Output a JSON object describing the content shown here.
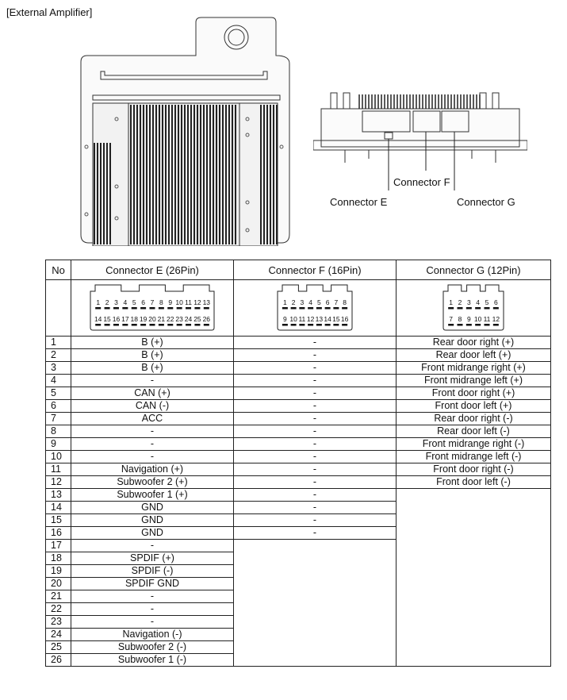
{
  "section_title": "[External Amplifier]",
  "callouts": {
    "connector_e": "Connector E",
    "connector_f": "Connector F",
    "connector_g": "Connector G"
  },
  "table": {
    "headers": [
      "No",
      "Connector E (26Pin)",
      "Connector F (16Pin)",
      "Connector G (12Pin)"
    ],
    "rows": [
      {
        "no": "1",
        "e": "B (+)",
        "f": "-",
        "g": "Rear door right (+)"
      },
      {
        "no": "2",
        "e": "B (+)",
        "f": "-",
        "g": "Rear door left (+)"
      },
      {
        "no": "3",
        "e": "B (+)",
        "f": "-",
        "g": "Front midrange right (+)"
      },
      {
        "no": "4",
        "e": "-",
        "f": "-",
        "g": "Front midrange left (+)"
      },
      {
        "no": "5",
        "e": "CAN (+)",
        "f": "-",
        "g": "Front door right (+)"
      },
      {
        "no": "6",
        "e": "CAN (-)",
        "f": "-",
        "g": "Front door left (+)"
      },
      {
        "no": "7",
        "e": "ACC",
        "f": "-",
        "g": "Rear door right (-)"
      },
      {
        "no": "8",
        "e": "-",
        "f": "-",
        "g": "Rear door left (-)"
      },
      {
        "no": "9",
        "e": "-",
        "f": "-",
        "g": "Front midrange right (-)"
      },
      {
        "no": "10",
        "e": "-",
        "f": "-",
        "g": "Front midrange left (-)"
      },
      {
        "no": "11",
        "e": "Navigation (+)",
        "f": "-",
        "g": "Front door right (-)"
      },
      {
        "no": "12",
        "e": "Subwoofer 2 (+)",
        "f": "-",
        "g": "Front door left (-)"
      },
      {
        "no": "13",
        "e": "Subwoofer 1 (+)",
        "f": "-"
      },
      {
        "no": "14",
        "e": "GND",
        "f": "-"
      },
      {
        "no": "15",
        "e": "GND",
        "f": "-"
      },
      {
        "no": "16",
        "e": "GND",
        "f": "-"
      },
      {
        "no": "17",
        "e": "-"
      },
      {
        "no": "18",
        "e": "SPDIF (+)"
      },
      {
        "no": "19",
        "e": "SPDIF (-)"
      },
      {
        "no": "20",
        "e": "SPDIF GND"
      },
      {
        "no": "21",
        "e": "-"
      },
      {
        "no": "22",
        "e": "-"
      },
      {
        "no": "23",
        "e": "-"
      },
      {
        "no": "24",
        "e": "Navigation (-)"
      },
      {
        "no": "25",
        "e": "Subwoofer 2 (-)"
      },
      {
        "no": "26",
        "e": "Subwoofer 1 (-)"
      }
    ]
  },
  "connector_faces": {
    "e": {
      "top": [
        "1",
        "2",
        "3",
        "4",
        "5",
        "6",
        "7",
        "8",
        "9",
        "10",
        "11",
        "12",
        "13"
      ],
      "bottom": [
        "14",
        "15",
        "16",
        "17",
        "18",
        "19",
        "20",
        "21",
        "22",
        "23",
        "24",
        "25",
        "26"
      ]
    },
    "f": {
      "top": [
        "1",
        "2",
        "3",
        "4",
        "5",
        "6",
        "7",
        "8"
      ],
      "bottom": [
        "9",
        "10",
        "11",
        "12",
        "13",
        "14",
        "15",
        "16"
      ]
    },
    "g": {
      "top": [
        "1",
        "2",
        "3",
        "4",
        "5",
        "6"
      ],
      "bottom": [
        "7",
        "8",
        "9",
        "10",
        "11",
        "12"
      ]
    }
  }
}
